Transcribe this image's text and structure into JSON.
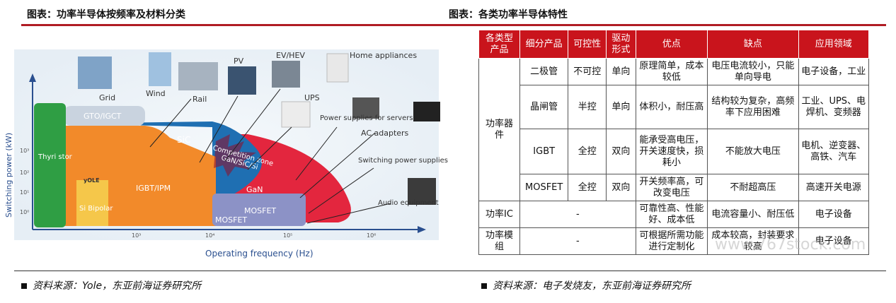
{
  "left_title": "图表：功率半导体按频率及材料分类",
  "right_title": "图表：各类功率半导体特性",
  "left_source": "资料来源：Yole，东亚前海证券研究所",
  "right_source": "资料来源：电子发烧友，东亚前海证券研究所",
  "watermark": "www.767stock.com",
  "chart": {
    "y_axis_label": "Switching power (kW)",
    "x_axis_label": "Operating frequency (Hz)",
    "y_ticks": [
      "10³",
      "10²",
      "10¹",
      "10⁰"
    ],
    "x_ticks": [
      "10³",
      "10⁴",
      "10⁵",
      "10⁶"
    ],
    "regions": {
      "thyristor": "Thyri stor",
      "gto": "GTO/IGCT",
      "igbt": "IGBT/IPM",
      "si_bipolar": "Si Bipolar",
      "sic": "SiC",
      "competition": "Competition zone",
      "competition_sub": "GaN/SiC/Si",
      "gan": "GaN",
      "mosfet": "MOSFET",
      "mosfet2": "MOSFET"
    },
    "logo": "yOLE",
    "apps": {
      "grid": "Grid",
      "wind": "Wind",
      "rail": "Rail",
      "pv": "PV",
      "ev": "EV/HEV",
      "ups": "UPS",
      "home": "Home appliances",
      "servers": "Power supplies for servers",
      "adapters": "AC adapters",
      "switching": "Switching power supplies",
      "audio": "Audio equipment"
    }
  },
  "table": {
    "headers": [
      "各类型产品",
      "细分产品",
      "可控性",
      "驱动形式",
      "优点",
      "缺点",
      "应用领域"
    ],
    "group_label": "功率器件",
    "rows": [
      {
        "product": "二极管",
        "control": "不可控",
        "drive": "单向",
        "pros": "原理简单，成本较低",
        "cons": "电压电流较小，只能单向导电",
        "apps": "电子设备，工业"
      },
      {
        "product": "晶闸管",
        "control": "半控",
        "drive": "单向",
        "pros": "体积小，耐压高",
        "cons": "结构较为复杂，高频率下应用困难",
        "apps": "工业、UPS、电焊机、变频器"
      },
      {
        "product": "IGBT",
        "control": "全控",
        "drive": "双向",
        "pros": "能承受高电压，开关速度快，损耗小",
        "cons": "不能放大电压",
        "apps": "电机、逆变器、高铁、汽车"
      },
      {
        "product": "MOSFET",
        "control": "全控",
        "drive": "双向",
        "pros": "开关频率高，可改变电压",
        "cons": "不耐超高压",
        "apps": "高速开关电源"
      }
    ],
    "ic_row": {
      "type": "功率IC",
      "dash": "-",
      "pros": "可靠性高、性能好、成本低",
      "cons": "电流容量小、耐压低",
      "apps": "电子设备"
    },
    "module_row": {
      "type": "功率模组",
      "dash": "-",
      "pros": "可根据所需功能进行定制化",
      "cons": "成本较高，封装要求较高",
      "apps": "电子设备"
    }
  }
}
